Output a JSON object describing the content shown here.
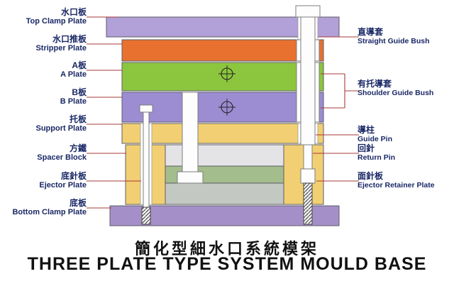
{
  "labels_left": [
    {
      "zh": "水口板",
      "en": "Top Clamp Plate"
    },
    {
      "zh": "水口推板",
      "en": "Stripper Plate"
    },
    {
      "zh": "A板",
      "en": "A Plate"
    },
    {
      "zh": "B板",
      "en": "B Plate"
    },
    {
      "zh": "托板",
      "en": "Support Plate"
    },
    {
      "zh": "方鐵",
      "en": "Spacer Block"
    },
    {
      "zh": "底針板",
      "en": "Ejector Plate"
    },
    {
      "zh": "底板",
      "en": "Bottom Clamp Plate"
    }
  ],
  "labels_right": [
    {
      "zh": "直導套",
      "en": "Straight Guide Bush"
    },
    {
      "zh": "有托導套",
      "en": "Shoulder Guide Bush"
    },
    {
      "zh": "導柱",
      "en": "Guide Pin"
    },
    {
      "zh": "回針",
      "en": "Return Pin"
    },
    {
      "zh": "面針板",
      "en": "Ejector Retainer Plate"
    }
  ],
  "title": {
    "zh": "簡化型細水口系統模架",
    "en": "THREE PLATE TYPE SYSTEM MOULD BASE"
  },
  "colors": {
    "top_clamp": "#b2a0d8",
    "stripper": "#e8712f",
    "a_plate": "#8cc63e",
    "b_plate": "#9c8cd2",
    "support": "#f2cf72",
    "spacer": "#f2cf72",
    "ejector_space": "#e4e4e6",
    "ejector_retainer": "#a3bd8c",
    "ejector": "#c3c8c3",
    "bottom_clamp": "#a58fc9",
    "leader_line": "#a83838",
    "label_text": "#1a2866",
    "title_text": "#111111"
  }
}
